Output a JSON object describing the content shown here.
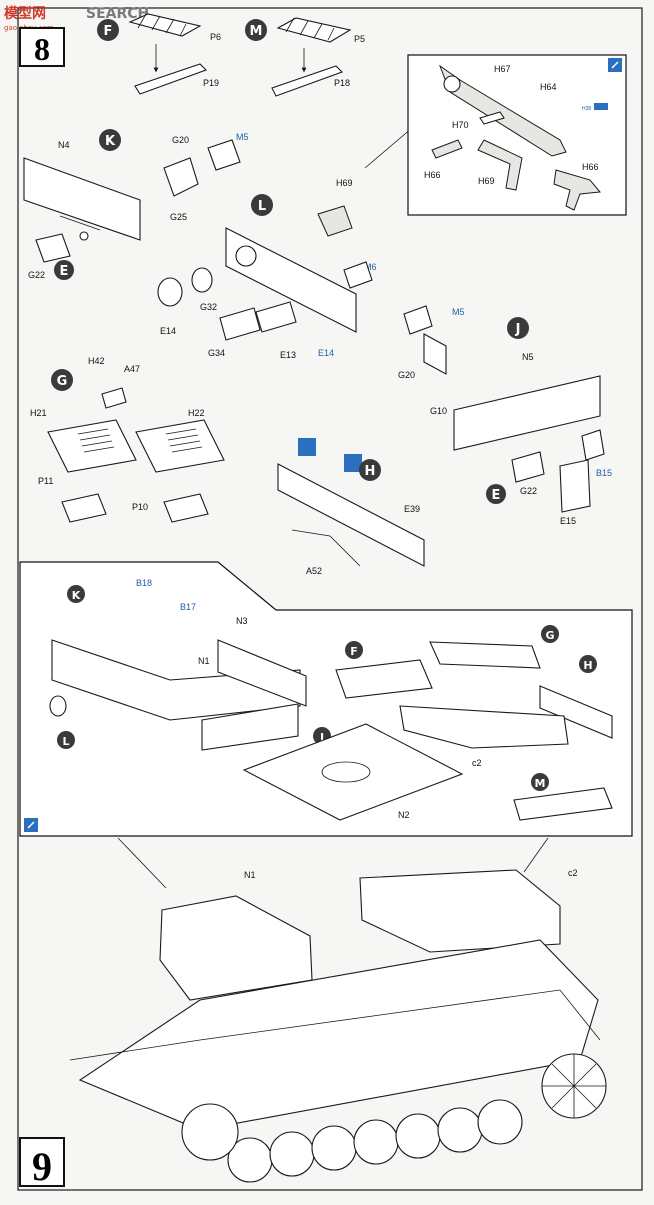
{
  "watermark": {
    "site_cn": "模型网",
    "site_en": "SEARCH",
    "domain": "gao-shou.com"
  },
  "steps": {
    "step8": "8",
    "step9": "9"
  },
  "subassemblies": {
    "F": "F",
    "M": "M",
    "K": "K",
    "L": "L",
    "G": "G",
    "J": "J",
    "H": "H",
    "E": "E"
  },
  "parts": {
    "P6": "P6",
    "P19": "P19",
    "P5": "P5",
    "P18": "P18",
    "H67": "H67",
    "H64": "H64",
    "H70": "H70",
    "H66a": "H66",
    "H66b": "H66",
    "H69inset": "H69",
    "N4": "N4",
    "G20a": "G20",
    "M5a": "M5",
    "G25": "G25",
    "G22a": "G22",
    "H69": "H69",
    "M6": "M6",
    "E14a": "E14",
    "G32": "G32",
    "G34": "G34",
    "E13": "E13",
    "E14b": "E14",
    "M5b": "M5",
    "G20b": "G20",
    "G10": "G10",
    "N5": "N5",
    "G22b": "G22",
    "B15": "B15",
    "E15": "E15",
    "H42": "H42",
    "A47": "A47",
    "H21": "H21",
    "H22": "H22",
    "P11": "P11",
    "P10": "P10",
    "E39": "E39",
    "A52": "A52",
    "B18": "B18",
    "B17": "B17",
    "N3": "N3",
    "N1a": "N1",
    "c2a": "c2",
    "N2": "N2",
    "N1b": "N1",
    "c2b": "c2"
  },
  "inset_tag": "H38",
  "colors": {
    "badge": "#3a3a3a",
    "blue": "#1e5fa8",
    "icon_blue": "#2b6fbf"
  }
}
